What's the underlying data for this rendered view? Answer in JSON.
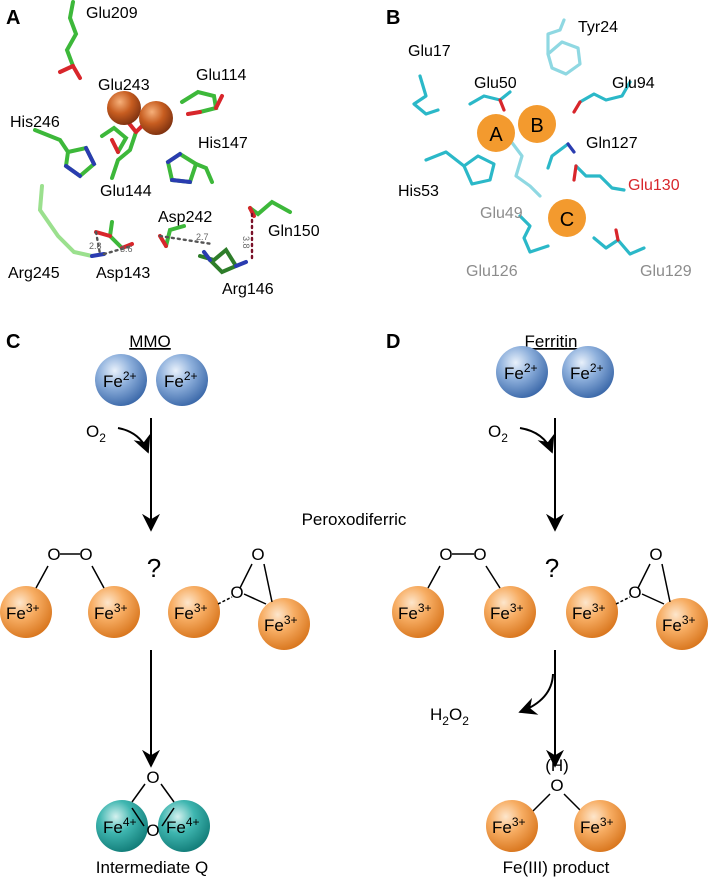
{
  "panels": {
    "A": {
      "label": "A",
      "residues": [
        "Glu209",
        "Glu243",
        "Glu114",
        "His246",
        "His147",
        "Glu144",
        "Asp242",
        "Gln150",
        "Arg245",
        "Asp143",
        "Arg146"
      ],
      "distances": [
        "2.8",
        "3.6",
        "2.7",
        "3.8"
      ]
    },
    "B": {
      "label": "B",
      "residues": [
        "Tyr24",
        "Glu17",
        "Glu50",
        "Glu94",
        "Gln127",
        "His53",
        "Glu130",
        "Glu49",
        "Glu126",
        "Glu129"
      ],
      "sites": [
        "A",
        "B",
        "C"
      ]
    },
    "C": {
      "label": "C",
      "title": "MMO",
      "fe_start": [
        "Fe",
        "2+"
      ],
      "o2": [
        "O",
        "2"
      ],
      "question": "?",
      "fe3": [
        "Fe",
        "3+"
      ],
      "o_atom": "O",
      "fe4": [
        "Fe",
        "4+"
      ],
      "product": "Intermediate Q"
    },
    "D": {
      "label": "D",
      "title": "Ferritin",
      "h2o2": [
        "H",
        "2",
        "O",
        "2"
      ],
      "hydroxo": "(H)",
      "product": "Fe(III) product"
    }
  },
  "center_label": "Peroxodiferric",
  "colors": {
    "carbon_green": "#3db83a",
    "carbon_cyan": "#2bb8c8",
    "oxygen": "#d8262b",
    "nitrogen": "#2a3cb0",
    "fe_sphere": "#c45a1e",
    "site_orange": "#f39a2e",
    "fe2_blue": "#6f97cf",
    "fe3_orange": "#f4a457",
    "fe4_teal": "#2aa7a2",
    "highlight_red": "#d8262b",
    "muted_gray": "#8c8c8c"
  }
}
